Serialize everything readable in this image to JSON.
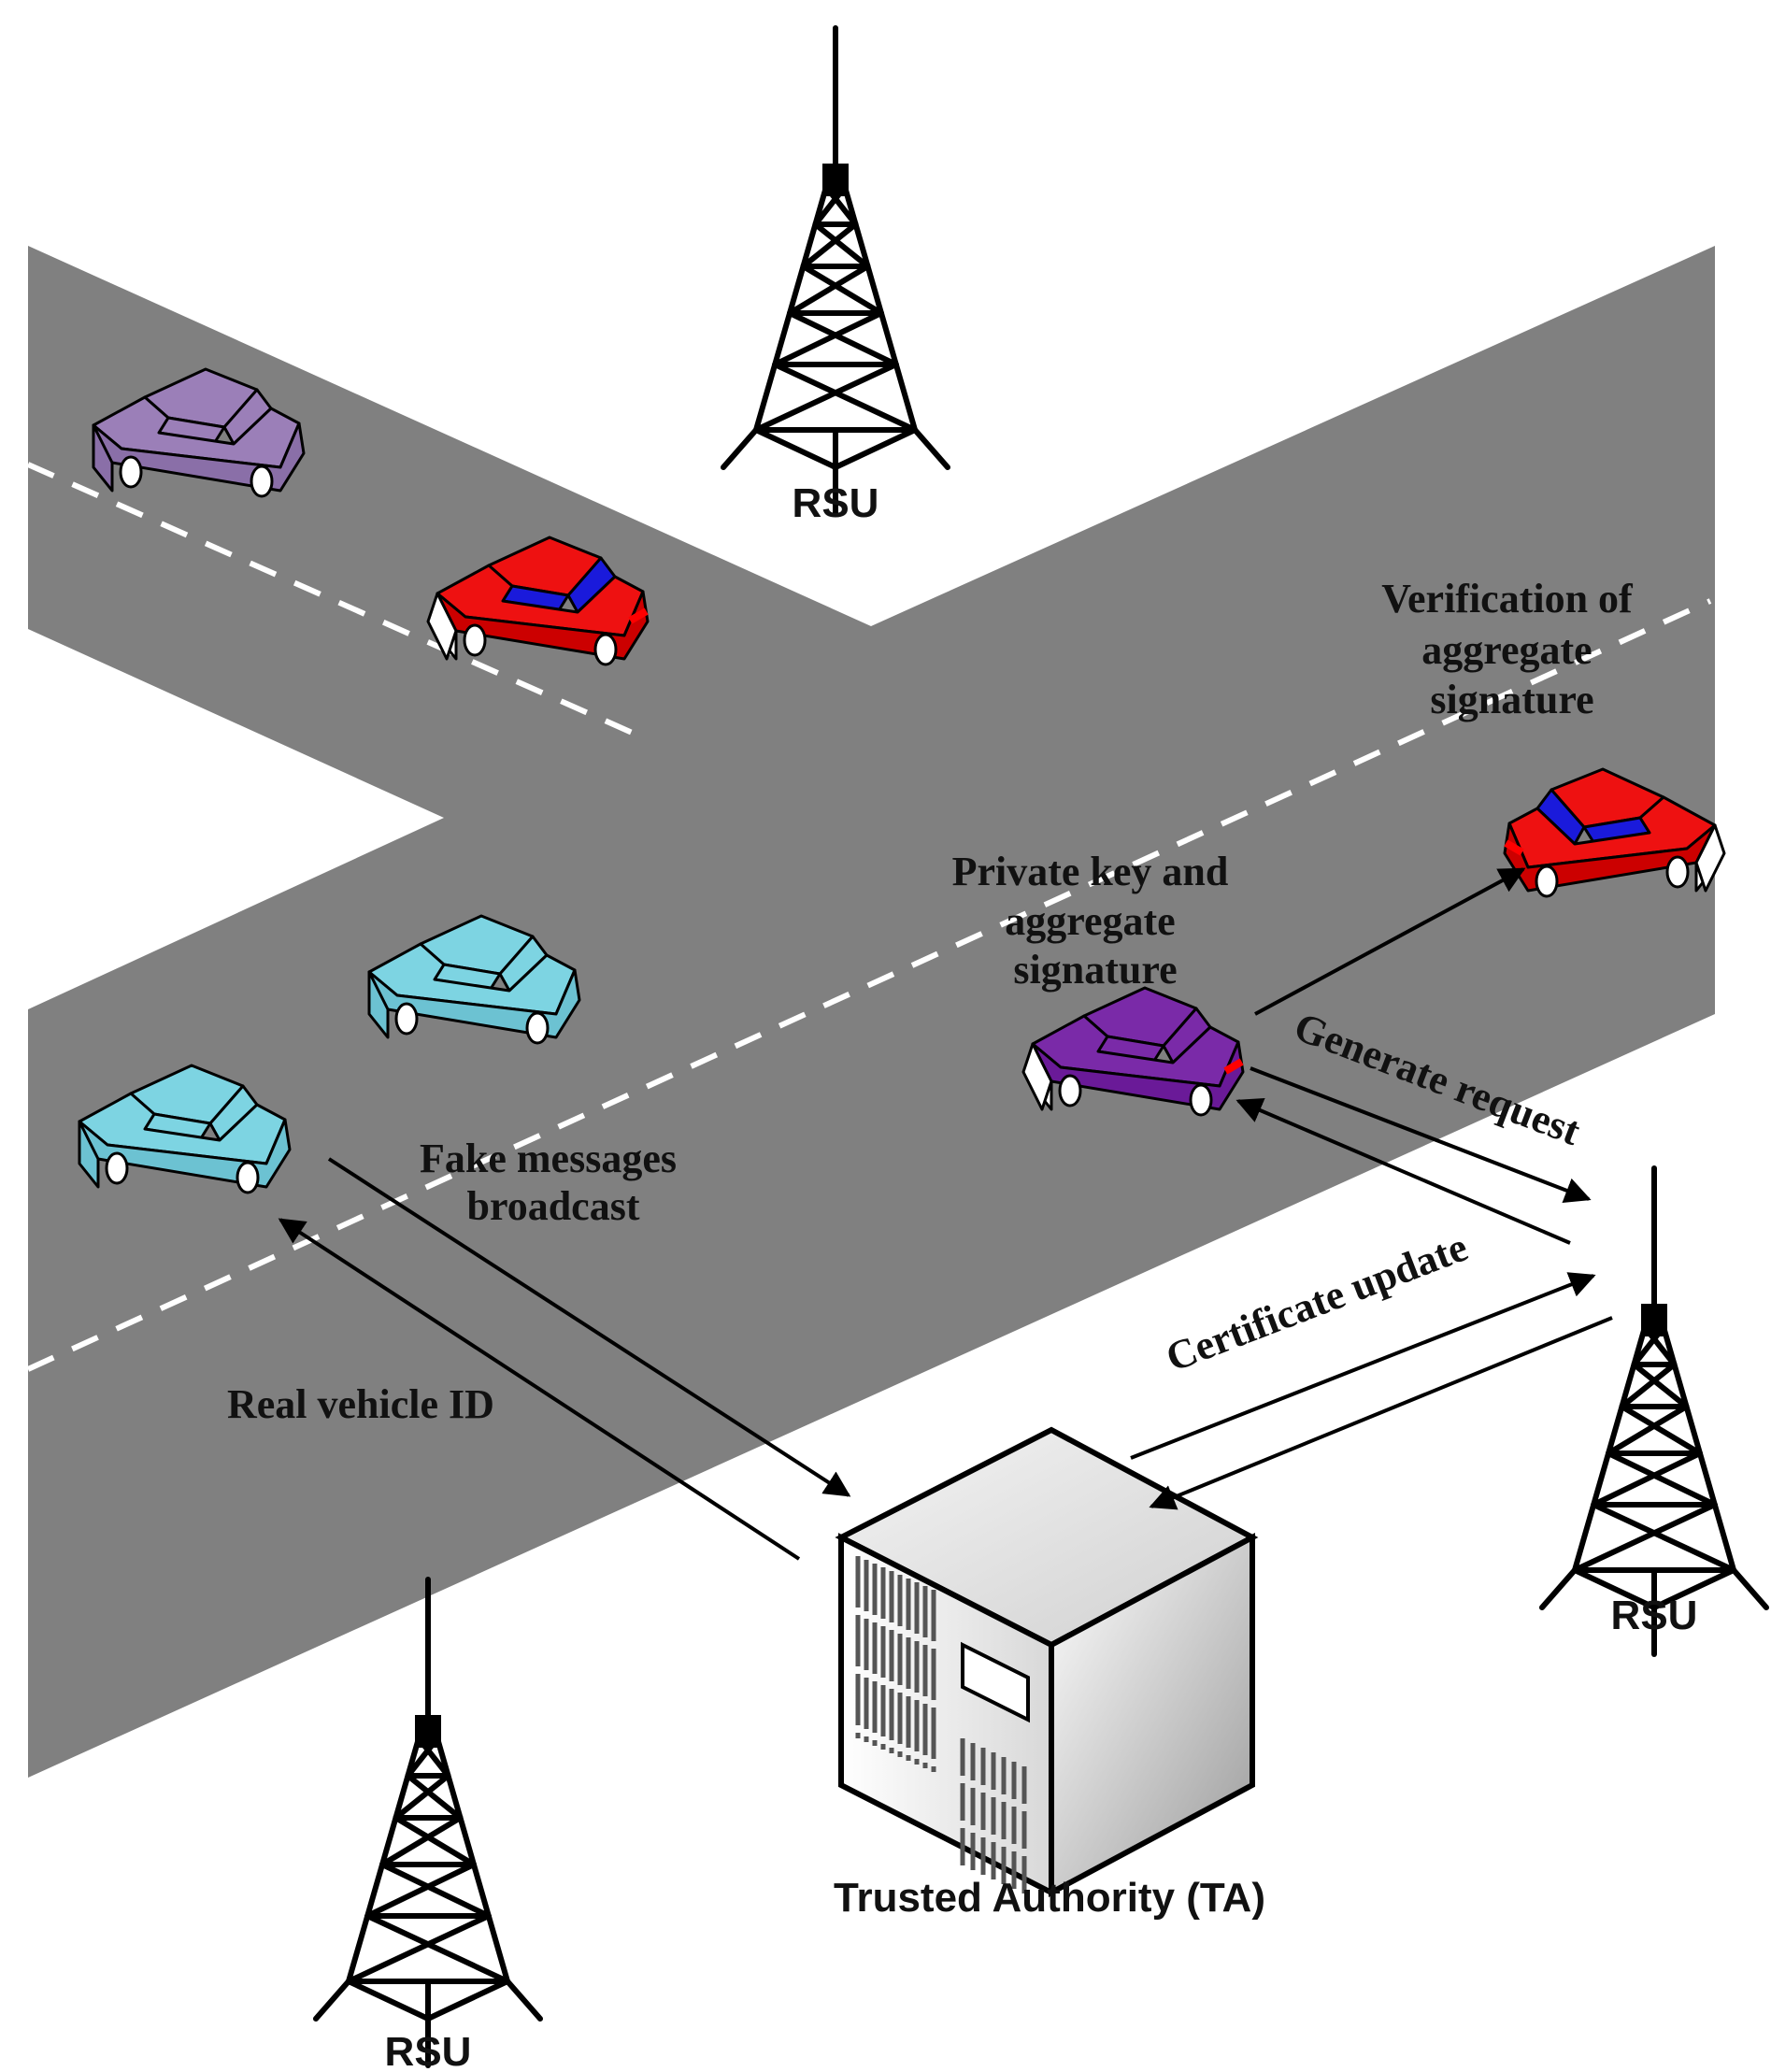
{
  "colors": {
    "road": "#808080",
    "lane_marking": "#ffffff",
    "arrow": "#000000",
    "tower": "#000000",
    "car_purple_light": "#9b7fb8",
    "car_purple_dark": "#7a2aa8",
    "car_red": "#ee1111",
    "car_red_window": "#1a1adb",
    "car_cyan": "#7dd4e2",
    "server_body": "#e9e9e9"
  },
  "icons": {
    "rsu": "radio-tower-icon",
    "ta": "server-icon",
    "vehicle": "car-icon"
  },
  "labels": {
    "rsu_top": "RSU",
    "rsu_right": "RSU",
    "rsu_bottom": "RSU",
    "ta": "Trusted Authority (TA)",
    "verification": [
      "Verification of",
      "aggregate",
      "signature"
    ],
    "private_key": [
      "Private key and",
      "aggregate",
      "signature"
    ],
    "generate_request": "Generate request",
    "fake_messages": [
      "Fake messages",
      "broadcast"
    ],
    "certificate_update": "Certificate update",
    "real_vehicle_id": "Real vehicle ID"
  }
}
